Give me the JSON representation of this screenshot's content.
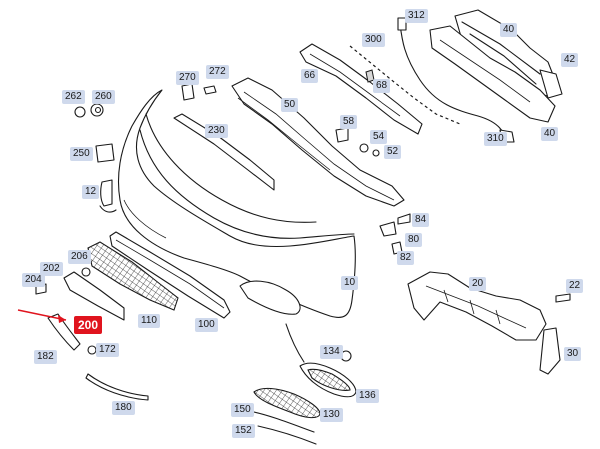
{
  "diagram": {
    "highlight_color": "#e0141e",
    "label_color": "#cfd9ec",
    "labels": {
      "p312": "312",
      "p40a": "40",
      "p300": "300",
      "p42": "42",
      "p270": "270",
      "p272": "272",
      "p66": "66",
      "p68": "68",
      "p262": "262",
      "p260": "260",
      "p50": "50",
      "p40b": "40",
      "p230": "230",
      "p58": "58",
      "p54": "54",
      "p310": "310",
      "p250": "250",
      "p52": "52",
      "p12": "12",
      "p84": "84",
      "p206": "206",
      "p80": "80",
      "p82": "82",
      "p202": "202",
      "p204": "204",
      "p10": "10",
      "p20": "20",
      "p22": "22",
      "p200": "200",
      "p110": "110",
      "p100": "100",
      "p172": "172",
      "p182": "182",
      "p134": "134",
      "p30": "30",
      "p180": "180",
      "p136": "136",
      "p150": "150",
      "p130": "130",
      "p152": "152"
    }
  }
}
